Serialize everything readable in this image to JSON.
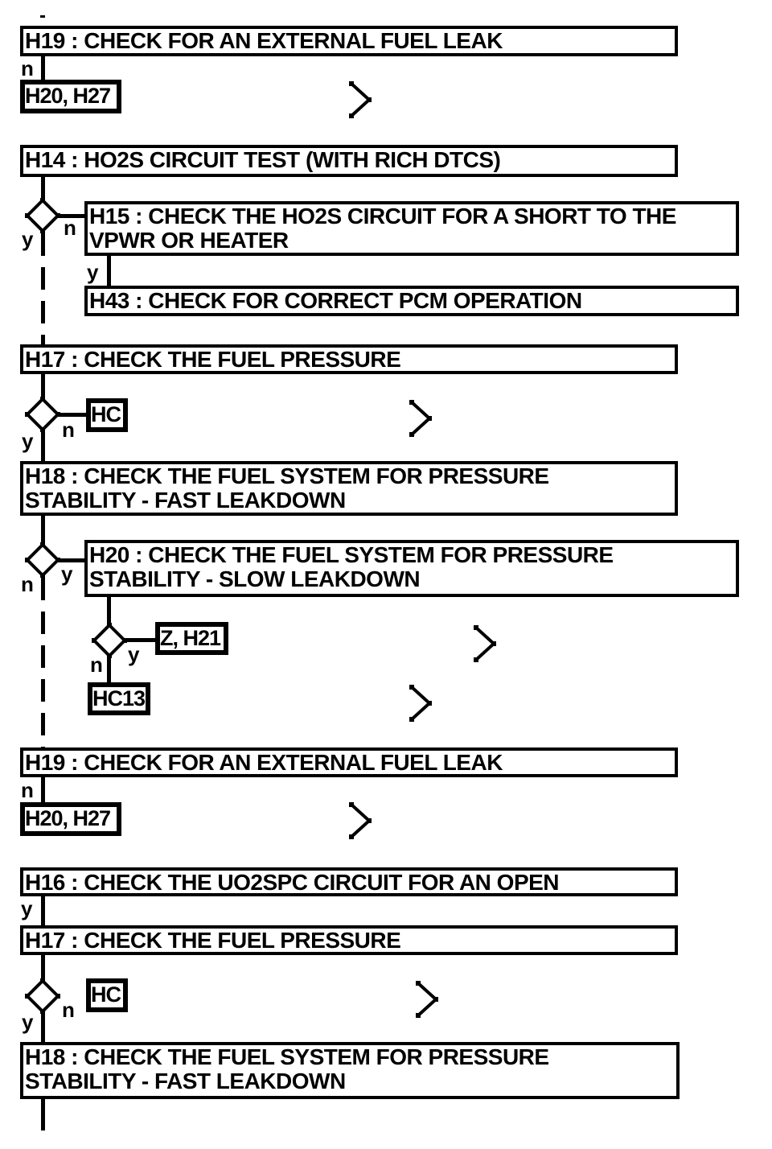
{
  "colors": {
    "ink": "#000000",
    "background": "#ffffff"
  },
  "branch_labels": {
    "yes": "y",
    "no": "n"
  },
  "nodes": {
    "h19_top": "H19 : CHECK FOR AN EXTERNAL FUEL LEAK",
    "h20_h27_top": "H20, H27",
    "h14": "H14 : HO2S CIRCUIT TEST (WITH RICH DTCS)",
    "h15": "H15 : CHECK THE HO2S CIRCUIT FOR A SHORT TO THE\nVPWR OR HEATER",
    "h43": "H43 : CHECK FOR CORRECT PCM OPERATION",
    "h17_upper": "H17 : CHECK THE FUEL PRESSURE",
    "hc_upper": "HC",
    "h18_upper": "H18 : CHECK THE FUEL SYSTEM FOR PRESSURE\nSTABILITY - FAST LEAKDOWN",
    "h20_slow": "H20 : CHECK THE FUEL SYSTEM FOR PRESSURE\nSTABILITY - SLOW LEAKDOWN",
    "z_h21": "Z, H21",
    "hc13": "HC13",
    "h19_lower": "H19 : CHECK FOR AN EXTERNAL FUEL LEAK",
    "h20_h27_lower": "H20, H27",
    "h16": "H16 : CHECK THE UO2SPC CIRCUIT FOR AN OPEN",
    "h17_lower": "H17 : CHECK THE FUEL PRESSURE",
    "hc_lower": "HC",
    "h18_lower": "H18 : CHECK THE FUEL SYSTEM FOR PRESSURE\nSTABILITY - FAST LEAKDOWN"
  }
}
